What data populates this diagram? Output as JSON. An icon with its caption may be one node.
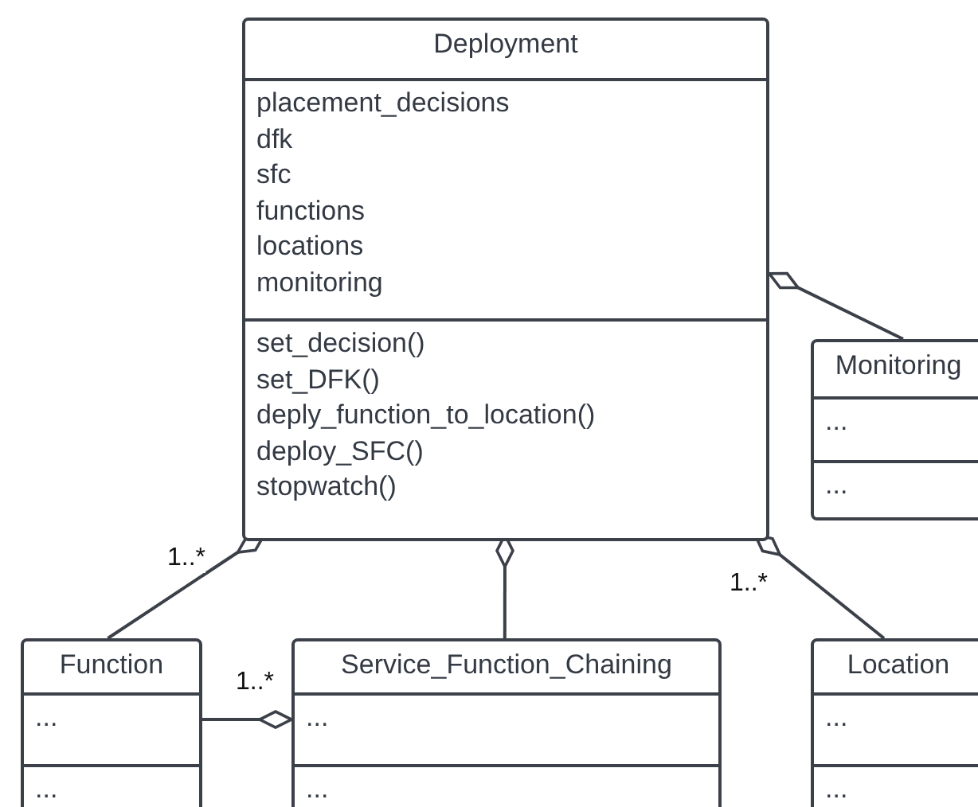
{
  "diagram": {
    "nodes": [
      {
        "text": [
          "Deployment",
          "placement_decisions",
          "dfk",
          "sfc",
          "functions",
          "locations",
          "monitoring",
          "set_decision()",
          "set_DFK()",
          "deply_function_to_location()",
          "deploy_SFC()",
          "stopwatch()"
        ]
      },
      {
        "text": [
          "Monitoring",
          "...",
          "..."
        ]
      },
      {
        "text": [
          "Function",
          "...",
          "..."
        ]
      },
      {
        "text": [
          "Service_Function_Chaining",
          "...",
          "..."
        ]
      },
      {
        "text": [
          "Location",
          "...",
          "..."
        ]
      }
    ],
    "edges": [
      {
        "from": 2,
        "to": 0,
        "arrow": "other",
        "label": "1..*"
      },
      {
        "from": 3,
        "to": 0,
        "arrow": "other"
      },
      {
        "from": 4,
        "to": 0,
        "arrow": "other",
        "label": "1..*"
      },
      {
        "from": 1,
        "to": 0,
        "arrow": "other"
      },
      {
        "from": 2,
        "to": 3,
        "arrow": "other",
        "label": "1..*"
      }
    ]
  }
}
